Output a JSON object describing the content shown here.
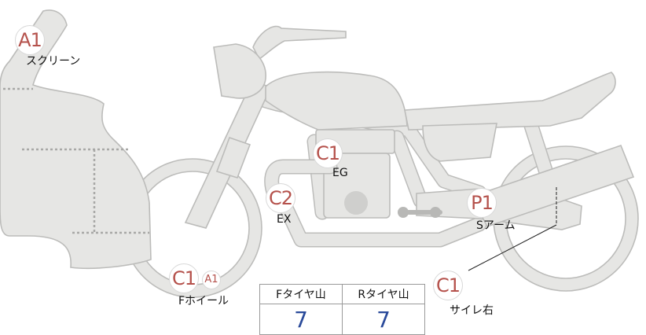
{
  "markers": {
    "screen": {
      "code": "A1",
      "label": "スクリーン"
    },
    "engine": {
      "code": "C1",
      "label": "EG"
    },
    "exhaust": {
      "code": "C2",
      "label": "EX"
    },
    "swingarm": {
      "code": "P1",
      "label": "Sアーム"
    },
    "front_wheel": {
      "code": "C1",
      "extra_code": "A1",
      "label": "Fホイール"
    },
    "muffler_right": {
      "code": "C1",
      "label": "サイレ右"
    }
  },
  "tread_table": {
    "headers": [
      "Fタイヤ山",
      "Rタイヤ山"
    ],
    "values": [
      "7",
      "7"
    ]
  },
  "colors": {
    "marker_text": "#b5524c",
    "tread_value": "#2a4a9a",
    "bike_fill": "#e6e6e4",
    "bike_outline": "#bcbcba"
  }
}
